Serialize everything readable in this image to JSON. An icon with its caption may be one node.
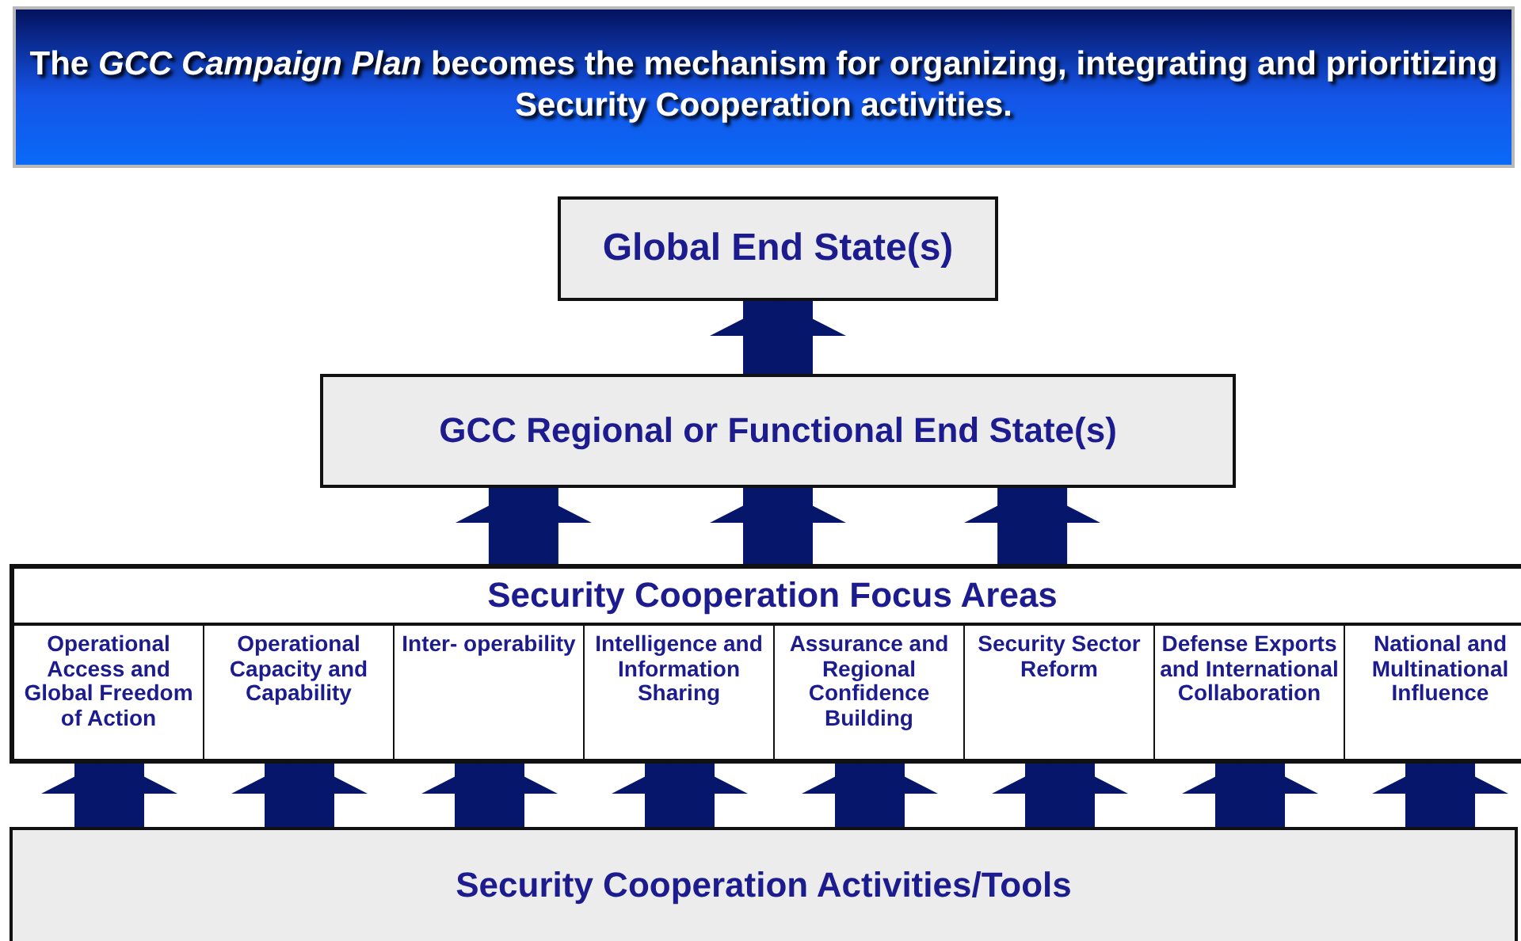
{
  "diagram": {
    "title": "The *GCC Campaign Plan* becomes the mechanism for organizing, integrating and prioritizing Security Cooperation activities.",
    "nodes": [
      {
        "text": [
          "Global End State(s)"
        ]
      },
      {
        "text": [
          "GCC Regional or Functional End State(s)"
        ]
      },
      {
        "text": [
          "Security Cooperation Focus Areas"
        ]
      },
      {
        "text": [
          "Operational Access and Global Freedom of Action"
        ],
        "in": 2
      },
      {
        "text": [
          "Operational Capacity and Capability"
        ],
        "in": 2
      },
      {
        "text": [
          "Inter- operability"
        ],
        "in": 2
      },
      {
        "text": [
          "Intelligence and Information Sharing"
        ],
        "in": 2
      },
      {
        "text": [
          "Assurance and Regional Confidence Building"
        ],
        "in": 2
      },
      {
        "text": [
          "Security Sector Reform"
        ],
        "in": 2
      },
      {
        "text": [
          "Defense Exports and International Collaboration"
        ],
        "in": 2
      },
      {
        "text": [
          "National and Multinational Influence"
        ],
        "in": 2
      },
      {
        "text": [
          "Security Cooperation Activities/Tools"
        ]
      }
    ],
    "edges": [
      {
        "from": 1,
        "to": 0,
        "arrow": "to"
      },
      {
        "from": 2,
        "to": 1,
        "arrow": "to"
      },
      {
        "from": 2,
        "to": 1,
        "arrow": "to"
      },
      {
        "from": 2,
        "to": 1,
        "arrow": "to"
      },
      {
        "from": 11,
        "to": 3,
        "arrow": "to"
      },
      {
        "from": 11,
        "to": 4,
        "arrow": "to"
      },
      {
        "from": 11,
        "to": 5,
        "arrow": "to"
      },
      {
        "from": 11,
        "to": 6,
        "arrow": "to"
      },
      {
        "from": 11,
        "to": 7,
        "arrow": "to"
      },
      {
        "from": 11,
        "to": 8,
        "arrow": "to"
      },
      {
        "from": 11,
        "to": 9,
        "arrow": "to"
      },
      {
        "from": 11,
        "to": 10,
        "arrow": "to"
      }
    ]
  }
}
